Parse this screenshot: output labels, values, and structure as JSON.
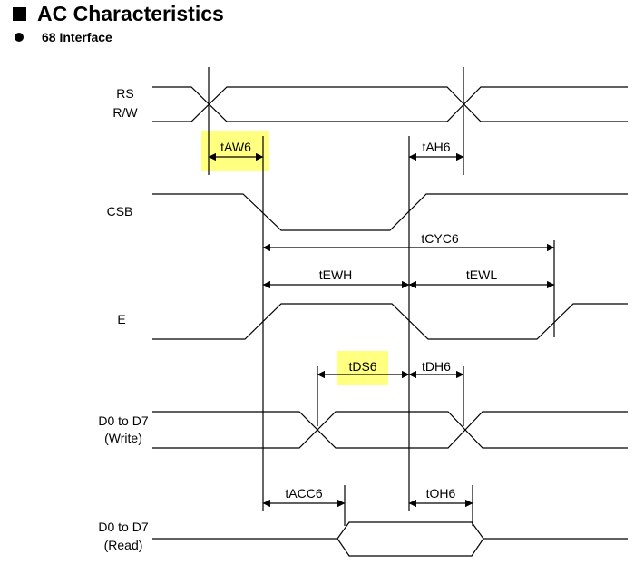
{
  "header": {
    "title": "AC Characteristics",
    "subtitle": "68 Interface"
  },
  "signals": {
    "rs": "RS",
    "rw": "R/W",
    "csb": "CSB",
    "e": "E",
    "write_line1": "D0 to D7",
    "write_line2": "(Write)",
    "read_line1": "D0 to D7",
    "read_line2": "(Read)"
  },
  "timings": {
    "taw6": "tAW6",
    "tah6": "tAH6",
    "tcyc6": "tCYC6",
    "tewh": "tEWH",
    "tewl": "tEWL",
    "tds6": "tDS6",
    "tdh6": "tDH6",
    "tacc6": "tACC6",
    "toh6": "tOH6"
  },
  "colors": {
    "highlight": "#ffff80",
    "line": "#000000"
  },
  "highlighted": [
    "tAW6",
    "tDS6"
  ]
}
